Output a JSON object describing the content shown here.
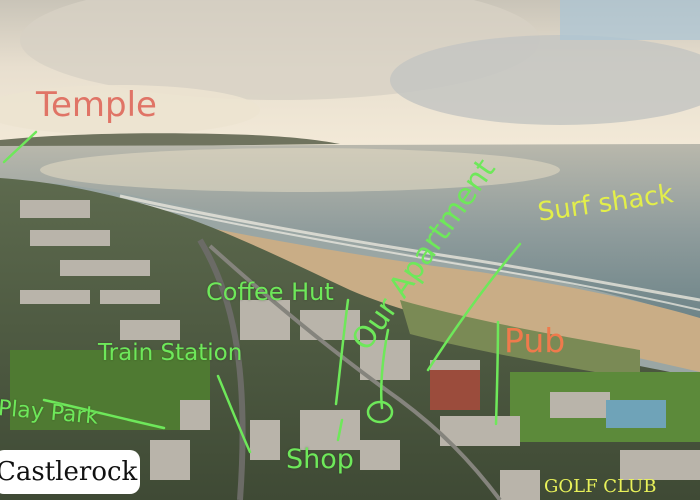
{
  "labels": {
    "temple": "Temple",
    "our_apartment": "Our Apartment",
    "surf_shack": "Surf shack",
    "coffee_hut": "Coffee Hut",
    "pub": "Pub",
    "train_station": "Train Station",
    "play_park": "Play Park",
    "shop": "Shop",
    "golf_club": "GOLF CLUB"
  },
  "town_badge": "Castlerock",
  "colors": {
    "annotation_green": "#6ee85a",
    "annotation_yellow": "#e3ef4a",
    "temple_red": "#e07466",
    "pub_orange": "#ef7a4c"
  }
}
